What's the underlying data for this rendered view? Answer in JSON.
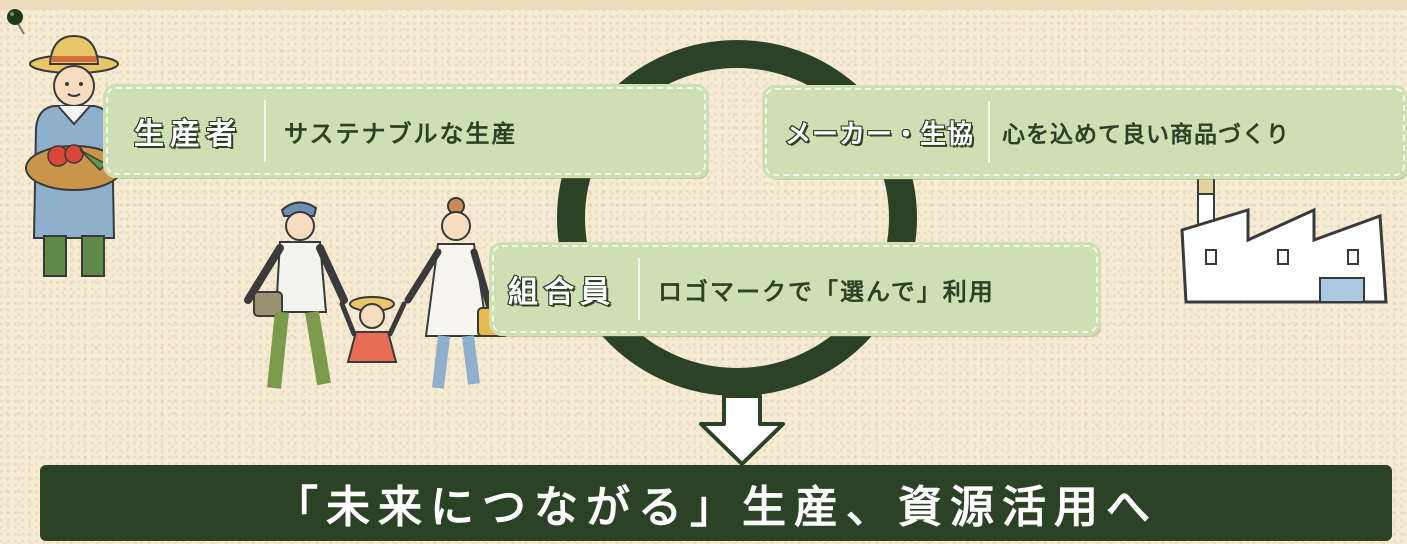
{
  "roles": [
    {
      "id": "producer",
      "role": "生産者",
      "description": "サステナブルな生産"
    },
    {
      "id": "maker",
      "role": "メーカー・生協",
      "description": "心を込めて良い商品づくり"
    },
    {
      "id": "member",
      "role": "組合員",
      "description": "ロゴマークで「選んで」利用"
    }
  ],
  "result": "「未来につながる」生産、資源活用へ",
  "colors": {
    "dark_green": "#2c4226",
    "label_green": "#cfdfb4",
    "background": "#f6ecd6"
  },
  "icons": [
    "pin-icon",
    "farmer-illustration",
    "family-illustration",
    "factory-illustration",
    "down-arrow-icon"
  ]
}
